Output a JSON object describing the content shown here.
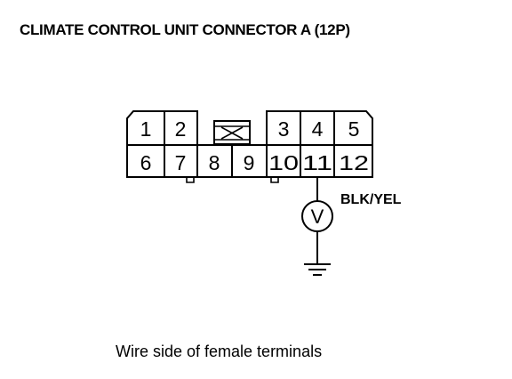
{
  "title": "CLIMATE CONTROL UNIT CONNECTOR A (12P)",
  "connector": {
    "top_row": [
      "1",
      "2",
      "3",
      "4",
      "5"
    ],
    "bottom_row": [
      "6",
      "7",
      "8",
      "9",
      "10",
      "11",
      "12"
    ]
  },
  "probe": {
    "terminal": "11",
    "wire_color": "BLK/YEL",
    "meter_symbol": "V"
  },
  "caption": "Wire side of female terminals"
}
